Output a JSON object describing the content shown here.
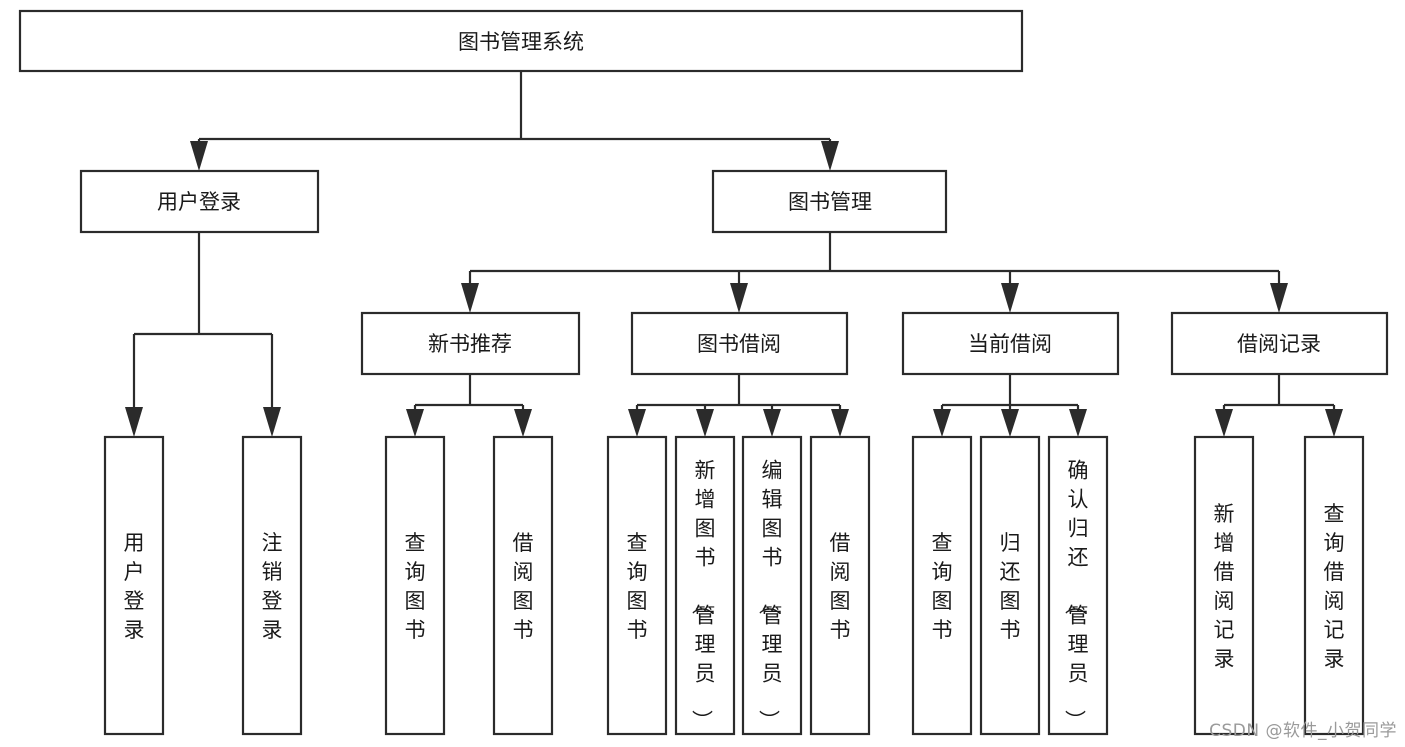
{
  "diagram": {
    "type": "hierarchy-tree",
    "title": "图书管理系统",
    "orientation": "top-down",
    "colors": {
      "background": "#ffffff",
      "box_fill": "#ffffff",
      "box_stroke": "#2b2b2b",
      "connector": "#2b2b2b",
      "text": "#1a1a1a",
      "watermark": "#9a9a9a"
    },
    "levels": [
      {
        "level": 1,
        "nodes": [
          {
            "id": "root",
            "label": "图书管理系统",
            "orientation": "horizontal"
          }
        ]
      },
      {
        "level": 2,
        "nodes": [
          {
            "id": "login",
            "label": "用户登录",
            "orientation": "horizontal",
            "parent": "root"
          },
          {
            "id": "bookmgmt",
            "label": "图书管理",
            "orientation": "horizontal",
            "parent": "root"
          }
        ]
      },
      {
        "level": 3,
        "nodes": [
          {
            "id": "newbook",
            "label": "新书推荐",
            "orientation": "horizontal",
            "parent": "bookmgmt"
          },
          {
            "id": "borrow",
            "label": "图书借阅",
            "orientation": "horizontal",
            "parent": "bookmgmt"
          },
          {
            "id": "current",
            "label": "当前借阅",
            "orientation": "horizontal",
            "parent": "bookmgmt"
          },
          {
            "id": "records",
            "label": "借阅记录",
            "orientation": "horizontal",
            "parent": "bookmgmt"
          }
        ]
      },
      {
        "level": 4,
        "nodes": [
          {
            "id": "leaf-1",
            "label": "用户登录",
            "orientation": "vertical",
            "parent": "login"
          },
          {
            "id": "leaf-2",
            "label": "注销登录",
            "orientation": "vertical",
            "parent": "login"
          },
          {
            "id": "leaf-3",
            "label": "查询图书",
            "orientation": "vertical",
            "parent": "newbook"
          },
          {
            "id": "leaf-4",
            "label": "借阅图书",
            "orientation": "vertical",
            "parent": "newbook"
          },
          {
            "id": "leaf-5",
            "label": "查询图书",
            "orientation": "vertical",
            "parent": "borrow"
          },
          {
            "id": "leaf-6",
            "label": "新增图书（管理员）",
            "orientation": "vertical",
            "parent": "borrow"
          },
          {
            "id": "leaf-7",
            "label": "编辑图书（管理员）",
            "orientation": "vertical",
            "parent": "borrow"
          },
          {
            "id": "leaf-8",
            "label": "借阅图书",
            "orientation": "vertical",
            "parent": "borrow"
          },
          {
            "id": "leaf-9",
            "label": "查询图书",
            "orientation": "vertical",
            "parent": "current"
          },
          {
            "id": "leaf-10",
            "label": "归还图书",
            "orientation": "vertical",
            "parent": "current"
          },
          {
            "id": "leaf-11",
            "label": "确认归还（管理员）",
            "orientation": "vertical",
            "parent": "current"
          },
          {
            "id": "leaf-12",
            "label": "新增借阅记录",
            "orientation": "vertical",
            "parent": "records"
          },
          {
            "id": "leaf-13",
            "label": "查询借阅记录",
            "orientation": "vertical",
            "parent": "records"
          }
        ]
      }
    ]
  },
  "watermark": {
    "text": "CSDN @软件_小贺同学"
  }
}
